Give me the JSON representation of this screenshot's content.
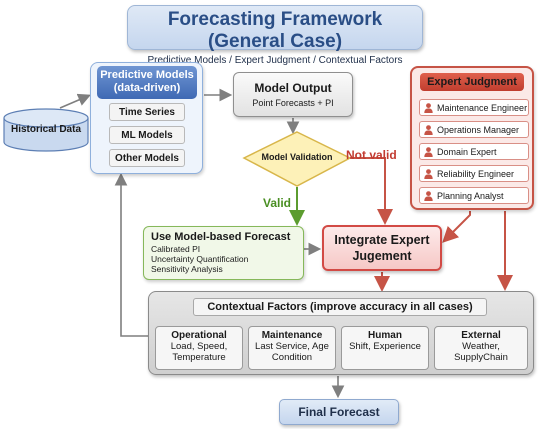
{
  "title": {
    "main": "Forecasting Framework (General Case)",
    "subtitle": "Predictive Models / Expert Judgment / Contextual Factors"
  },
  "historical_data": {
    "label": "Historical Data"
  },
  "predictive_models": {
    "title_line1": "Predictive Models",
    "title_line2": "(data-driven)",
    "items": [
      "Time Series",
      "ML Models",
      "Other Models"
    ]
  },
  "model_output": {
    "title": "Model Output",
    "subtitle": "Point Forecasts + PI"
  },
  "model_validation": {
    "label": "Model Validation",
    "valid": "Valid",
    "not_valid": "Not valid"
  },
  "expert_judgment": {
    "title": "Expert Judgment",
    "experts": [
      "Maintenance Engineer",
      "Operations Manager",
      "Domain Expert",
      "Reliability Engineer",
      "Planning Analyst"
    ]
  },
  "use_forecast": {
    "title": "Use Model-based Forecast",
    "lines": [
      "Calibrated PI",
      "Uncertainty Quantification",
      "Sensitivity Analysis"
    ]
  },
  "integrate": {
    "line1": "Integrate Expert",
    "line2": "Jugement"
  },
  "contextual": {
    "title": "Contextual Factors (improve accuracy in all cases)",
    "cards": [
      {
        "title": "Operational",
        "line1": "Load, Speed,",
        "line2": "Temperature"
      },
      {
        "title": "Maintenance",
        "line1": "Last Service, Age",
        "line2": "Condition"
      },
      {
        "title": "Human",
        "line1": "Shift, Experience",
        "line2": ""
      },
      {
        "title": "External",
        "line1": "Weather,",
        "line2": "SupplyChain"
      }
    ]
  },
  "final_forecast": {
    "label": "Final Forecast"
  },
  "colors": {
    "title_text": "#2a4e86",
    "valid_green": "#4a8f23",
    "not_valid_red": "#c23b31",
    "arrow_gray": "#7f7f7f",
    "expert_red": "#c65446",
    "diamond_fill": "#fdf1b8",
    "diamond_stroke": "#d8b64a"
  }
}
